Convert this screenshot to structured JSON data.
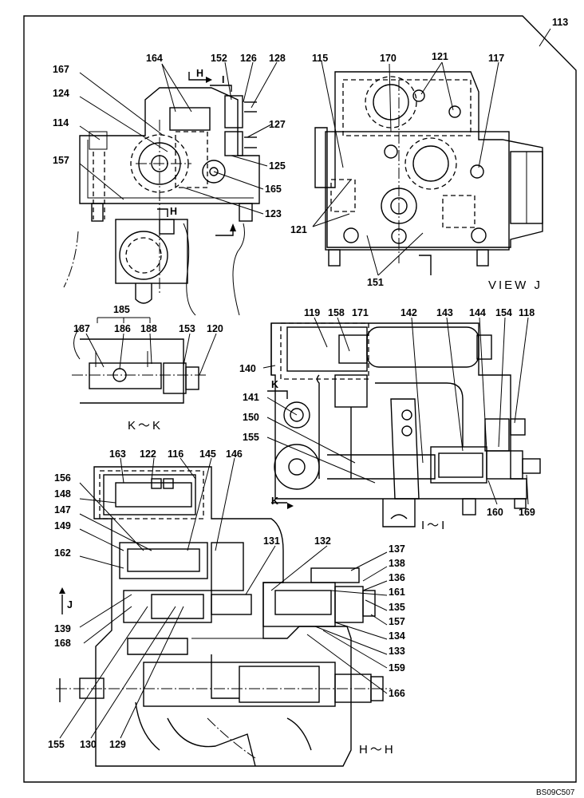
{
  "sheet": {
    "page_number": "113",
    "drawing_code": "BS09C507"
  },
  "views": {
    "view_j": "VIEW J",
    "k_k": "K～K",
    "i_i": "I～I",
    "h_h": "H～H"
  },
  "section_markers": {
    "h_top": "H",
    "h_mid": "H",
    "i_top": "I",
    "k_upper": "K",
    "k_lower": "K",
    "j_arrow": "J"
  },
  "part_labels": {
    "p167": "167",
    "p164": "164",
    "p152": "152",
    "p126": "126",
    "p128": "128",
    "p124": "124",
    "p114": "114",
    "p127": "127",
    "p157a": "157",
    "p125": "125",
    "p165": "165",
    "p123": "123",
    "p185": "185",
    "p187": "187",
    "p186": "186",
    "p188": "188",
    "p153": "153",
    "p120": "120",
    "p115": "115",
    "p170": "170",
    "p121a": "121",
    "p117": "117",
    "p121b": "121",
    "p151": "151",
    "p119": "119",
    "p158": "158",
    "p171": "171",
    "p142": "142",
    "p143": "143",
    "p144": "144",
    "p154": "154",
    "p118": "118",
    "p140": "140",
    "p141": "141",
    "p150": "150",
    "p155a": "155",
    "p160": "160",
    "p169": "169",
    "p163": "163",
    "p122": "122",
    "p116": "116",
    "p145": "145",
    "p146": "146",
    "p156": "156",
    "p148": "148",
    "p147": "147",
    "p149": "149",
    "p162": "162",
    "p131": "131",
    "p132": "132",
    "p137": "137",
    "p138": "138",
    "p136": "136",
    "p161": "161",
    "p135": "135",
    "p157b": "157",
    "p139": "139",
    "p168": "168",
    "p134": "134",
    "p133": "133",
    "p159": "159",
    "p166": "166",
    "p155b": "155",
    "p130": "130",
    "p129": "129"
  }
}
